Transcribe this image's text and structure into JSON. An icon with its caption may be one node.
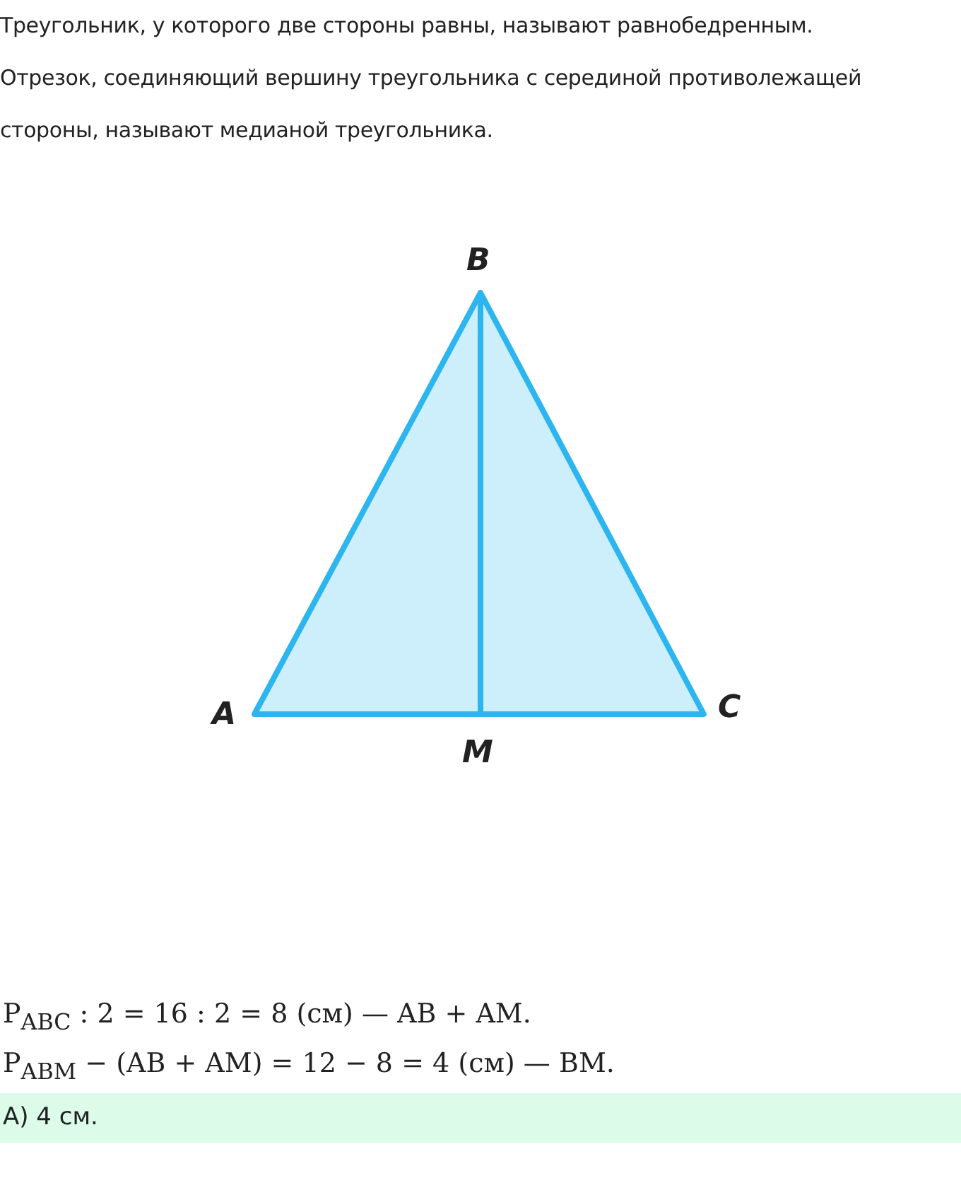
{
  "diagram": {
    "labels": [
      "Треугольник, у которого две стороны равны, называют равнобедренным.",
      "Отрезок, соединяющий вершину треугольника с серединой противолежащей стороны, называют медианой треугольника.",
      "B",
      "A",
      "M",
      "C",
      "P$_{ABC}$ : 2 = 16 : 2 = 8 (см) — AB + AM.",
      "P$_{ABM}$ − (AB + AM) = 12 − 8 = 4 (см) — BM.",
      "А) 4 см."
    ]
  }
}
